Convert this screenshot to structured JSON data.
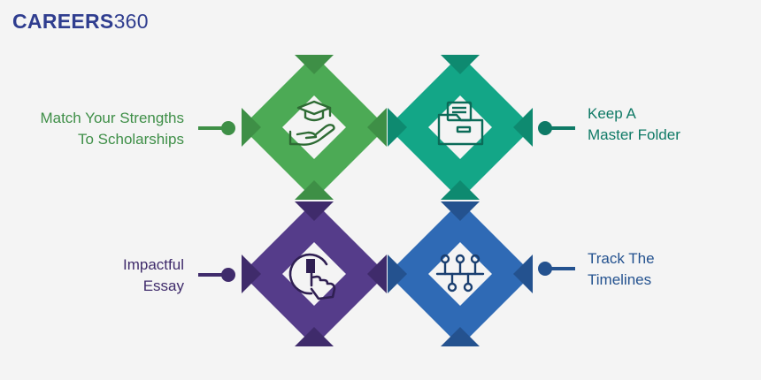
{
  "brand": {
    "name_bold": "CAREERS",
    "name_regular": "360"
  },
  "colors": {
    "green": "#4caa55",
    "teal": "#13a687",
    "purple": "#553c8a",
    "blue": "#2f6ab5"
  },
  "steps": [
    {
      "label": "Match Your Strengths\nTo Scholarships",
      "icon": "graduation-cap-hand-icon",
      "color": "#4caa55"
    },
    {
      "label": "Keep A\nMaster Folder",
      "icon": "folder-icon",
      "color": "#13a687"
    },
    {
      "label": "Impactful\nEssay",
      "icon": "touch-click-icon",
      "color": "#553c8a"
    },
    {
      "label": "Track The\nTimelines",
      "icon": "timeline-nodes-icon",
      "color": "#2f6ab5"
    }
  ]
}
